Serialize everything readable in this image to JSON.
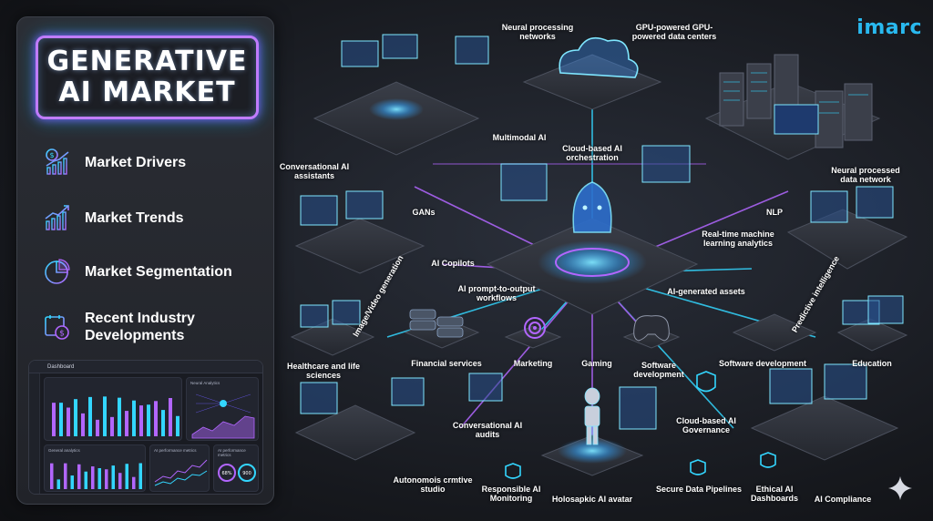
{
  "title": {
    "line1": "GENERATIVE",
    "line2": "AI MARKET"
  },
  "menu": [
    {
      "label": "Market Drivers",
      "icon": "growth-chart-icon"
    },
    {
      "label": "Market Trends",
      "icon": "trend-chart-icon"
    },
    {
      "label": "Market Segmentation",
      "icon": "pie-chart-icon"
    },
    {
      "label": "Recent Industry Developments",
      "icon": "calendar-dollar-icon"
    }
  ],
  "dashboard": {
    "header": "Dashboard",
    "card_titles": [
      "Neural Analytics",
      "General analytics",
      "AI performance metrics",
      "AI performance metrics"
    ],
    "gauges": [
      "68%",
      "900"
    ]
  },
  "brand": "imarc",
  "diagram_labels": [
    "Neural processing networks",
    "GPU-powered GPU-powered data centers",
    "Multimodal AI",
    "Cloud-based AI orchestration",
    "Conversational AI assistants",
    "Neural processed data network",
    "GANs",
    "NLP",
    "AI Copilots",
    "Real-time machine learning analytics",
    "Image/Video generation",
    "AI prompt-to-output workflows",
    "AI-generated assets",
    "Predictive intelligence",
    "Healthcare and life sciences",
    "Financial services",
    "Marketing",
    "Gaming",
    "Software development",
    "Software development",
    "Education",
    "Conversational AI audits",
    "Cloud-based AI Governance",
    "Autonomois crmtive studio",
    "Responsible AI Monitoring",
    "Holosapkic AI avatar",
    "Secure Data Pipelines",
    "Ethical AI Dashboards",
    "AI Compliance"
  ],
  "colors": {
    "accent_purple": "#b266ff",
    "accent_cyan": "#33d6ff",
    "brand_blue": "#29b9ef",
    "panel_bg": "#24272e"
  }
}
